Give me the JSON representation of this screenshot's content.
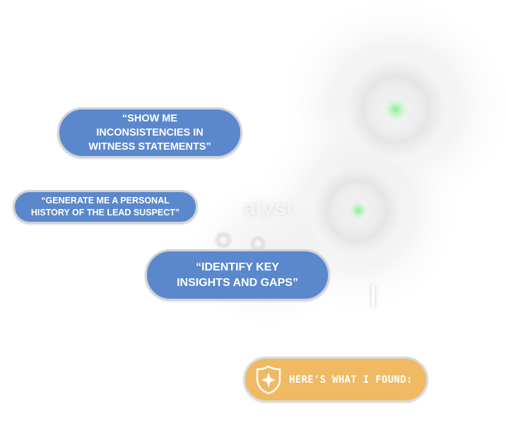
{
  "background": {
    "ghost_title": "alyst"
  },
  "prompts": [
    {
      "text": "“SHOW ME INCONSISTENCIES IN WITNESS STATEMENTS”"
    },
    {
      "text": "“GENERATE ME A PERSONAL HISTORY OF THE LEAD SUSPECT”"
    },
    {
      "text": "“IDENTIFY KEY INSIGHTS AND GAPS”"
    }
  ],
  "answer": {
    "label": "HERE'S WHAT I FOUND:",
    "icon": "police-badge-icon"
  },
  "colors": {
    "prompt_bubble": "#5b88cc",
    "answer_pill": "#efba63",
    "glow_accent": "#7ef08a"
  }
}
